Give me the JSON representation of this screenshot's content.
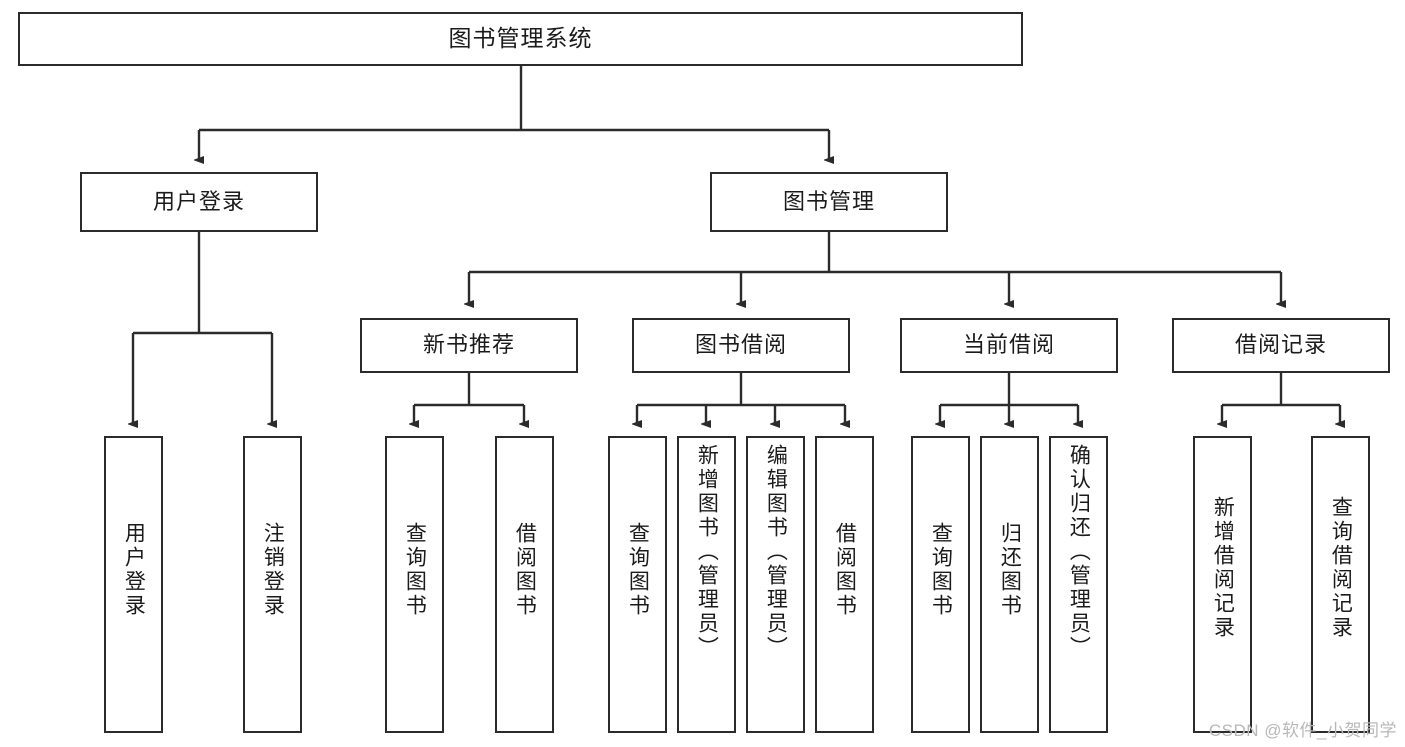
{
  "diagram": {
    "title": "图书管理系统",
    "type": "hierarchical-tree",
    "watermark": "CSDN @软件_小贺同学",
    "colors": {
      "box_border": "#2b2b2b",
      "box_fill": "#ffffff",
      "connector": "#2b2b2b",
      "text": "#1b1b1b",
      "watermark": "#b8b8b8"
    },
    "root": {
      "label": "图书管理系统"
    },
    "level1": [
      {
        "label": "用户登录"
      },
      {
        "label": "图书管理"
      }
    ],
    "level2": [
      {
        "label": "新书推荐"
      },
      {
        "label": "图书借阅"
      },
      {
        "label": "当前借阅"
      },
      {
        "label": "借阅记录"
      }
    ],
    "leaves": {
      "user_login": [
        {
          "label": "用户登录"
        },
        {
          "label": "注销登录"
        }
      ],
      "new_book_recommend": [
        {
          "label": "查询图书"
        },
        {
          "label": "借阅图书"
        }
      ],
      "book_borrow": [
        {
          "label": "查询图书"
        },
        {
          "label": "新增图书（管理员）"
        },
        {
          "label": "编辑图书（管理员）"
        },
        {
          "label": "借阅图书"
        }
      ],
      "current_borrow": [
        {
          "label": "查询图书"
        },
        {
          "label": "归还图书"
        },
        {
          "label": "确认归还（管理员）"
        }
      ],
      "borrow_record": [
        {
          "label": "新增借阅记录"
        },
        {
          "label": "查询借阅记录"
        }
      ]
    }
  }
}
